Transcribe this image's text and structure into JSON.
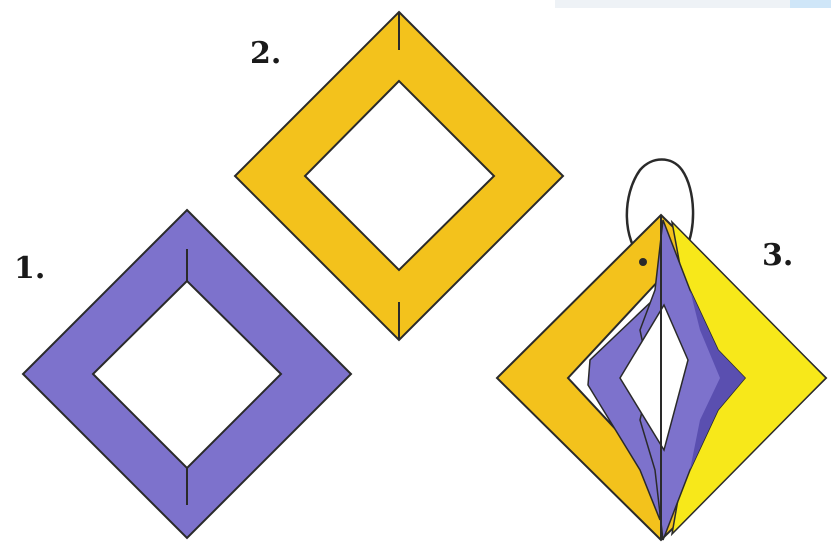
{
  "steps": [
    {
      "label": "1.",
      "description_color": "#7d72cc"
    },
    {
      "label": "2.",
      "description_color": "#f3c21c"
    },
    {
      "label": "3.",
      "description_color": "#f3c21c"
    }
  ],
  "colors": {
    "purple": "#7d72cc",
    "purple_dark": "#5a4fb0",
    "yellow": "#f3c21c",
    "yellow_bright": "#f7e81a",
    "outline": "#2a2a2a",
    "background": "#ffffff"
  }
}
